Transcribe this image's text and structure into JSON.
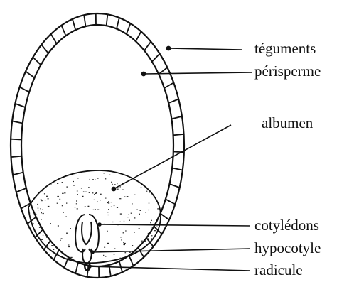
{
  "labels": {
    "teguments": "téguments",
    "perisperme": "périsperme",
    "albumen": "albumen",
    "cotyledons": "cotylédons",
    "hypocotyle": "hypocotyle",
    "radicule": "radicule"
  },
  "colors": {
    "ink": "#111111",
    "background": "#ffffff"
  }
}
